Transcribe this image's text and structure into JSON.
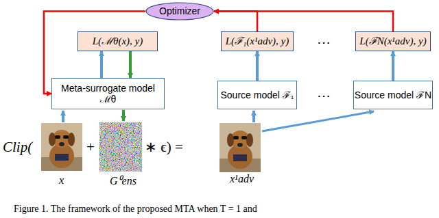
{
  "diagram": {
    "caption": "Figure 1. The framework of the proposed MTA when T = 1 and",
    "nodes": [
      {
        "text": [
          "Optimizer"
        ]
      },
      {
        "text": [
          "L(ℳθ(x), y)"
        ]
      },
      {
        "text": [
          "L(ℱ₁(x¹adv), y)"
        ]
      },
      {
        "text": [
          "L(ℱN(x¹adv), y)"
        ]
      },
      {
        "text": [
          "Meta-surrogate model ℳθ"
        ]
      },
      {
        "text": [
          "Source model ℱ₁"
        ]
      },
      {
        "text": [
          "Source model ℱN"
        ]
      }
    ],
    "edges": [
      {
        "from": 4,
        "to": 1,
        "arrow": "to"
      },
      {
        "from": 1,
        "to": 4,
        "arrow": "to"
      },
      {
        "from": 5,
        "to": 2,
        "arrow": "to"
      },
      {
        "from": 6,
        "to": 3,
        "arrow": "to"
      },
      {
        "from": 2,
        "to": 0,
        "arrow": "to"
      },
      {
        "from": 3,
        "to": 0,
        "arrow": "to"
      },
      {
        "from": 0,
        "to": 4,
        "arrow": "to"
      }
    ],
    "labels": [
      "⋯",
      "⋯",
      "Clip(",
      "+",
      "∗ ϵ) =",
      "x",
      "G⁰ens",
      "x¹adv"
    ]
  }
}
